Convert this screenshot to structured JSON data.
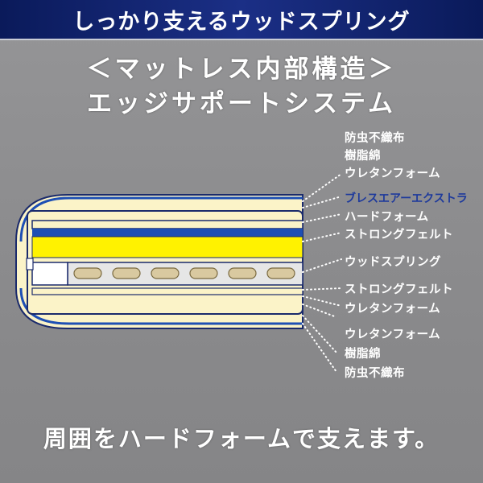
{
  "banner": {
    "title": "しっかり支えるウッドスプリング"
  },
  "heading": {
    "line1": "＜マットレス内部構造＞",
    "line2": "エッジサポートシステム"
  },
  "layers_top": [
    "防虫不織布",
    "樹脂綿",
    "ウレタンフォーム"
  ],
  "layers_mid": [
    {
      "text": "ブレスエアーエクストラ",
      "accent": true
    },
    {
      "text": "ハードフォーム",
      "accent": false
    },
    {
      "text": "ストロングフェルト",
      "accent": false
    },
    {
      "text": "ウッドスプリング",
      "accent": false
    },
    {
      "text": "ストロングフェルト",
      "accent": false
    },
    {
      "text": "ウレタンフォーム",
      "accent": false
    }
  ],
  "layers_bottom": [
    "ウレタンフォーム",
    "樹脂綿",
    "防虫不織布"
  ],
  "colors": {
    "accent_label": "#1e3a9c",
    "blue_layer": "#1e4fb4",
    "yellow_layer": "#fff200",
    "cream_layer": "#fbf3c8",
    "wood_slat": "#d9c9a0"
  },
  "footer": {
    "text": "周囲をハードフォームで支えます。"
  }
}
